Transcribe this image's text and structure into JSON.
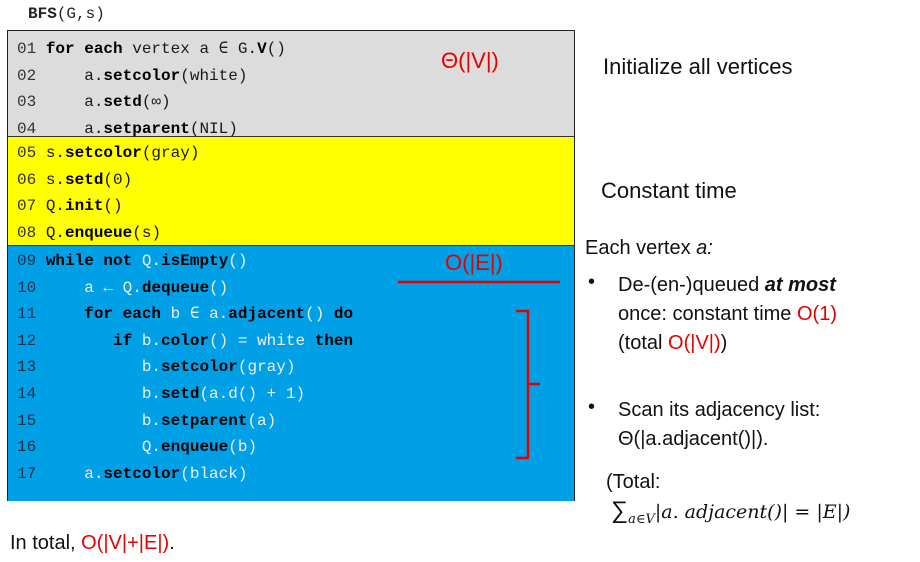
{
  "title": {
    "name": "BFS",
    "args": "(G,s)"
  },
  "colors": {
    "gray_section": "#dcdcdc",
    "yellow_section": "#ffff00",
    "blue_section": "#00a0e6",
    "accent_red": "#e60000"
  },
  "code": [
    {
      "num": "01",
      "parts": [
        {
          "t": "for each",
          "b": true
        },
        {
          "t": " vertex a ∈ G."
        },
        {
          "t": "V",
          "b": true
        },
        {
          "t": "()"
        }
      ]
    },
    {
      "num": "02",
      "parts": [
        {
          "t": "    a."
        },
        {
          "t": "setcolor",
          "b": true
        },
        {
          "t": "(white)"
        }
      ]
    },
    {
      "num": "03",
      "parts": [
        {
          "t": "    a."
        },
        {
          "t": "setd",
          "b": true
        },
        {
          "t": "(∞)"
        }
      ]
    },
    {
      "num": "04",
      "parts": [
        {
          "t": "    a."
        },
        {
          "t": "setparent",
          "b": true
        },
        {
          "t": "(NIL)"
        }
      ]
    },
    {
      "num": "05",
      "parts": [
        {
          "t": "s."
        },
        {
          "t": "setcolor",
          "b": true
        },
        {
          "t": "(gray)"
        }
      ]
    },
    {
      "num": "06",
      "parts": [
        {
          "t": "s."
        },
        {
          "t": "setd",
          "b": true
        },
        {
          "t": "(0)"
        }
      ]
    },
    {
      "num": "07",
      "parts": [
        {
          "t": "Q."
        },
        {
          "t": "init",
          "b": true
        },
        {
          "t": "()"
        }
      ]
    },
    {
      "num": "08",
      "parts": [
        {
          "t": "Q."
        },
        {
          "t": "enqueue",
          "b": true
        },
        {
          "t": "(s)"
        }
      ]
    },
    {
      "num": "09",
      "parts": [
        {
          "t": "while not",
          "b": true
        },
        {
          "t": " Q.",
          "f": true
        },
        {
          "t": "isEmpty",
          "b": true
        },
        {
          "t": "()",
          "f": true
        }
      ]
    },
    {
      "num": "10",
      "parts": [
        {
          "t": "    a ← Q.",
          "f": true
        },
        {
          "t": "dequeue",
          "b": true
        },
        {
          "t": "()",
          "f": true
        }
      ]
    },
    {
      "num": "11",
      "parts": [
        {
          "t": "    for each",
          "b": true
        },
        {
          "t": " b ∈ a.",
          "f": true
        },
        {
          "t": "adjacent",
          "b": true
        },
        {
          "t": "() ",
          "f": true
        },
        {
          "t": "do",
          "b": true
        }
      ]
    },
    {
      "num": "12",
      "parts": [
        {
          "t": "       if",
          "b": true
        },
        {
          "t": " b.",
          "f": true
        },
        {
          "t": "color",
          "b": true
        },
        {
          "t": "() = white ",
          "f": true
        },
        {
          "t": "then",
          "b": true
        }
      ]
    },
    {
      "num": "13",
      "parts": [
        {
          "t": "          b.",
          "f": true
        },
        {
          "t": "setcolor",
          "b": true
        },
        {
          "t": "(gray)",
          "f": true
        }
      ]
    },
    {
      "num": "14",
      "parts": [
        {
          "t": "          b.",
          "f": true
        },
        {
          "t": "setd",
          "b": true
        },
        {
          "t": "(a.d() + 1)",
          "f": true
        }
      ]
    },
    {
      "num": "15",
      "parts": [
        {
          "t": "          b.",
          "f": true
        },
        {
          "t": "setparent",
          "b": true
        },
        {
          "t": "(a)",
          "f": true
        }
      ]
    },
    {
      "num": "16",
      "parts": [
        {
          "t": "          Q.",
          "f": true
        },
        {
          "t": "enqueue",
          "b": true
        },
        {
          "t": "(b)",
          "f": true
        }
      ]
    },
    {
      "num": "17",
      "parts": [
        {
          "t": "    a.",
          "f": true
        },
        {
          "t": "setcolor",
          "b": true
        },
        {
          "t": "(black)",
          "f": true
        }
      ]
    }
  ],
  "complexity": {
    "init": "Θ(|V|)",
    "loop": "O(|E|)"
  },
  "annotations": {
    "initialize": "Initialize all vertices",
    "constant": "Constant time",
    "each_vertex_prefix": "Each vertex ",
    "each_vertex_var": "a:",
    "bullet1_line1_a": "De-(en-)queued ",
    "bullet1_line1_b": "at most",
    "bullet1_line2_a": "once: constant time ",
    "bullet1_line2_b": "O(1)",
    "bullet1_line3_a": "(total ",
    "bullet1_line3_b": "O(|V|)",
    "bullet1_line3_c": ")",
    "bullet2_line1": "Scan its adjacency list:",
    "bullet2_line2": "Θ(|a.adjacent()|).",
    "total_label": "(Total:",
    "total_formula": "∑",
    "total_sub": "a∈V",
    "total_body": "|a. adjacent()| = |E|)",
    "bottom_prefix": "In total, ",
    "bottom_value": "O(|V|+|E|)",
    "bottom_suffix": "."
  }
}
